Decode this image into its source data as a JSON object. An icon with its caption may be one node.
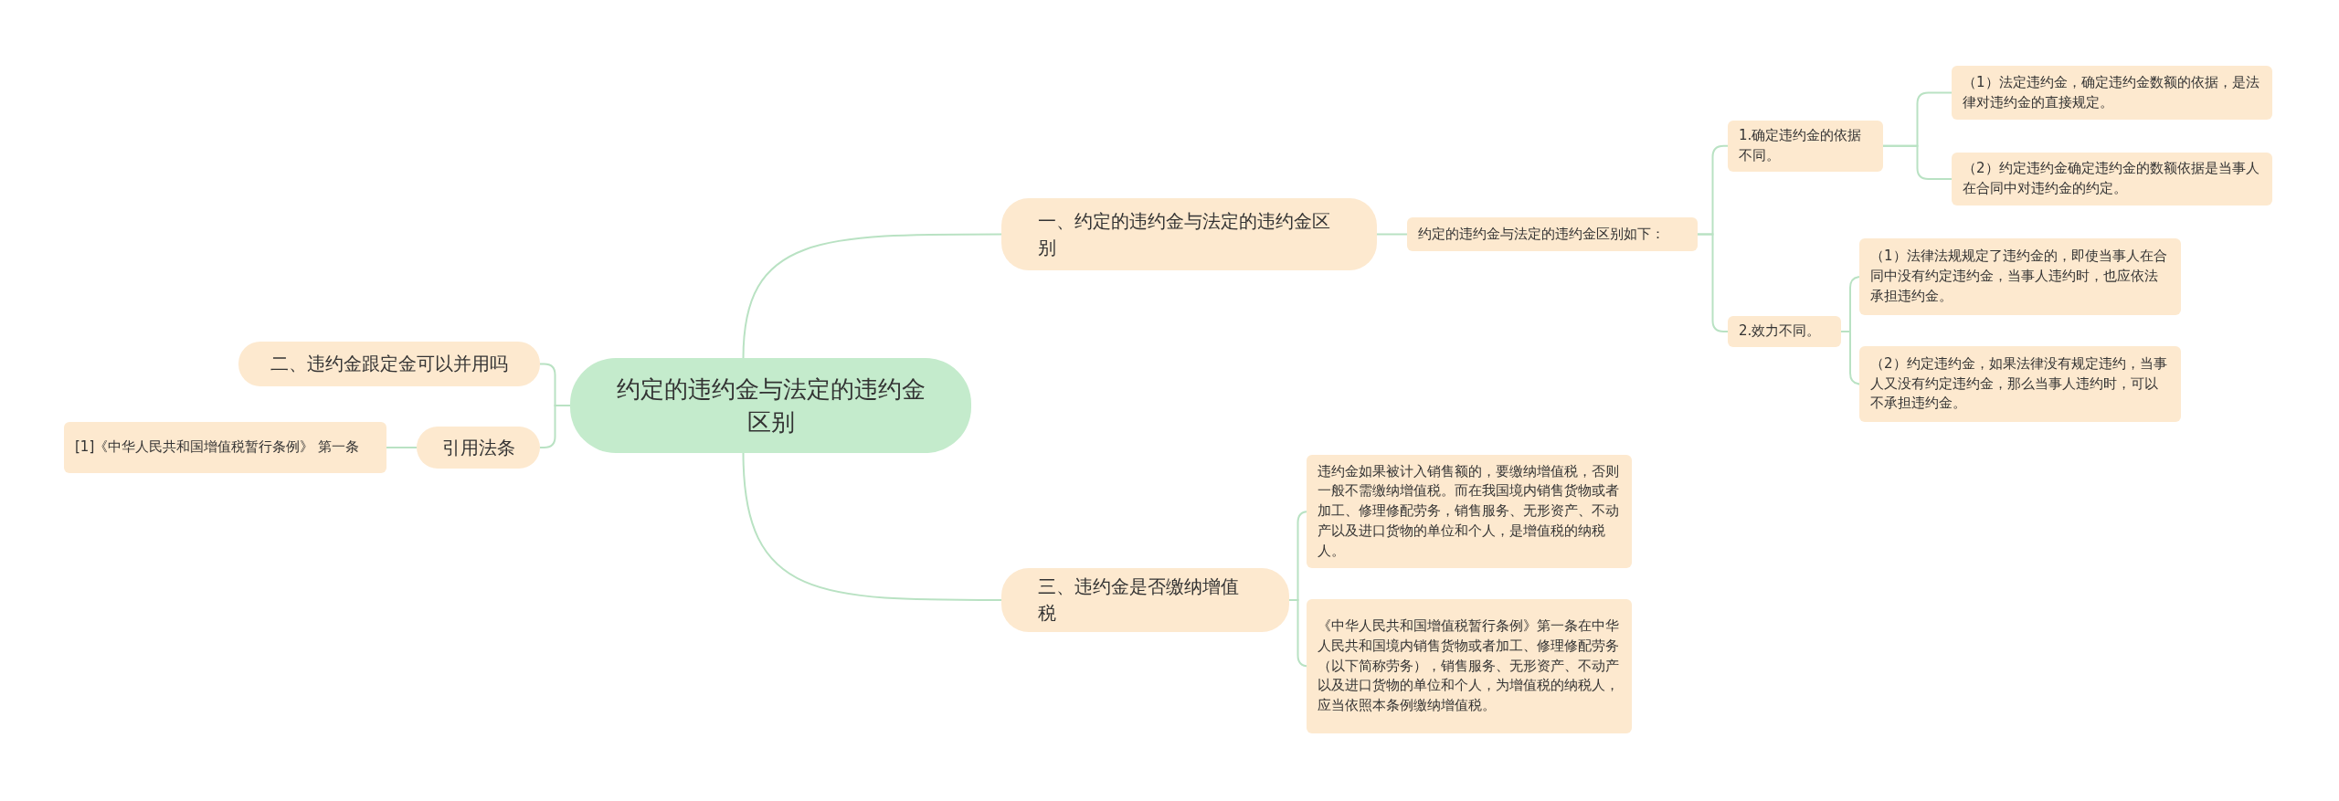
{
  "diagram": {
    "nodes": [
      {
        "text": [
          "约定的违约金与法定的违约金区别"
        ]
      },
      {
        "text": [
          "一、约定的违约金与法定的违约金区别"
        ]
      },
      {
        "text": [
          "约定的违约金与法定的违约金区别如下："
        ]
      },
      {
        "text": [
          "1.确定违约金的依据不同。"
        ]
      },
      {
        "text": [
          "（1）法定违约金，确定违约金数额的依据，是法律对违约金的直接规定。"
        ]
      },
      {
        "text": [
          "（2）约定违约金确定违约金的数额依据是当事人在合同中对违约金的约定。"
        ]
      },
      {
        "text": [
          "2.效力不同。"
        ]
      },
      {
        "text": [
          "（1）法律法规规定了违约金的，即使当事人在合同中没有约定违约金，当事人违约时，也应依法承担违约金。"
        ]
      },
      {
        "text": [
          "（2）约定违约金，如果法律没有规定违约，当事人又没有约定违约金，那么当事人违约时，可以不承担违约金。"
        ]
      },
      {
        "text": [
          "二、违约金跟定金可以并用吗"
        ]
      },
      {
        "text": [
          "引用法条"
        ]
      },
      {
        "text": [
          "[1]《中华人民共和国增值税暂行条例》 第一条"
        ]
      },
      {
        "text": [
          "三、违约金是否缴纳增值税"
        ]
      },
      {
        "text": [
          "违约金如果被计入销售额的，要缴纳增值税，否则一般不需缴纳增值税。而在我国境内销售货物或者加工、修理修配劳务，销售服务、无形资产、不动产以及进口货物的单位和个人，是增值税的纳税人。"
        ]
      },
      {
        "text": [
          "《中华人民共和国增值税暂行条例》第一条在中华人民共和国境内销售货物或者加工、修理修配劳务（以下简称劳务），销售服务、无形资产、不动产以及进口货物的单位和个人，为增值税的纳税人，应当依照本条例缴纳增值税。"
        ]
      }
    ],
    "edges": [
      {
        "from": 0,
        "to": 1,
        "arrow": "none"
      },
      {
        "from": 1,
        "to": 2,
        "arrow": "none"
      },
      {
        "from": 2,
        "to": 3,
        "arrow": "none"
      },
      {
        "from": 3,
        "to": 4,
        "arrow": "none"
      },
      {
        "from": 3,
        "to": 5,
        "arrow": "none"
      },
      {
        "from": 2,
        "to": 6,
        "arrow": "none"
      },
      {
        "from": 6,
        "to": 7,
        "arrow": "none"
      },
      {
        "from": 6,
        "to": 8,
        "arrow": "none"
      },
      {
        "from": 0,
        "to": 9,
        "arrow": "none"
      },
      {
        "from": 0,
        "to": 10,
        "arrow": "none"
      },
      {
        "from": 10,
        "to": 11,
        "arrow": "none"
      },
      {
        "from": 0,
        "to": 12,
        "arrow": "none"
      },
      {
        "from": 12,
        "to": 13,
        "arrow": "none"
      },
      {
        "from": 12,
        "to": 14,
        "arrow": "none"
      }
    ]
  }
}
